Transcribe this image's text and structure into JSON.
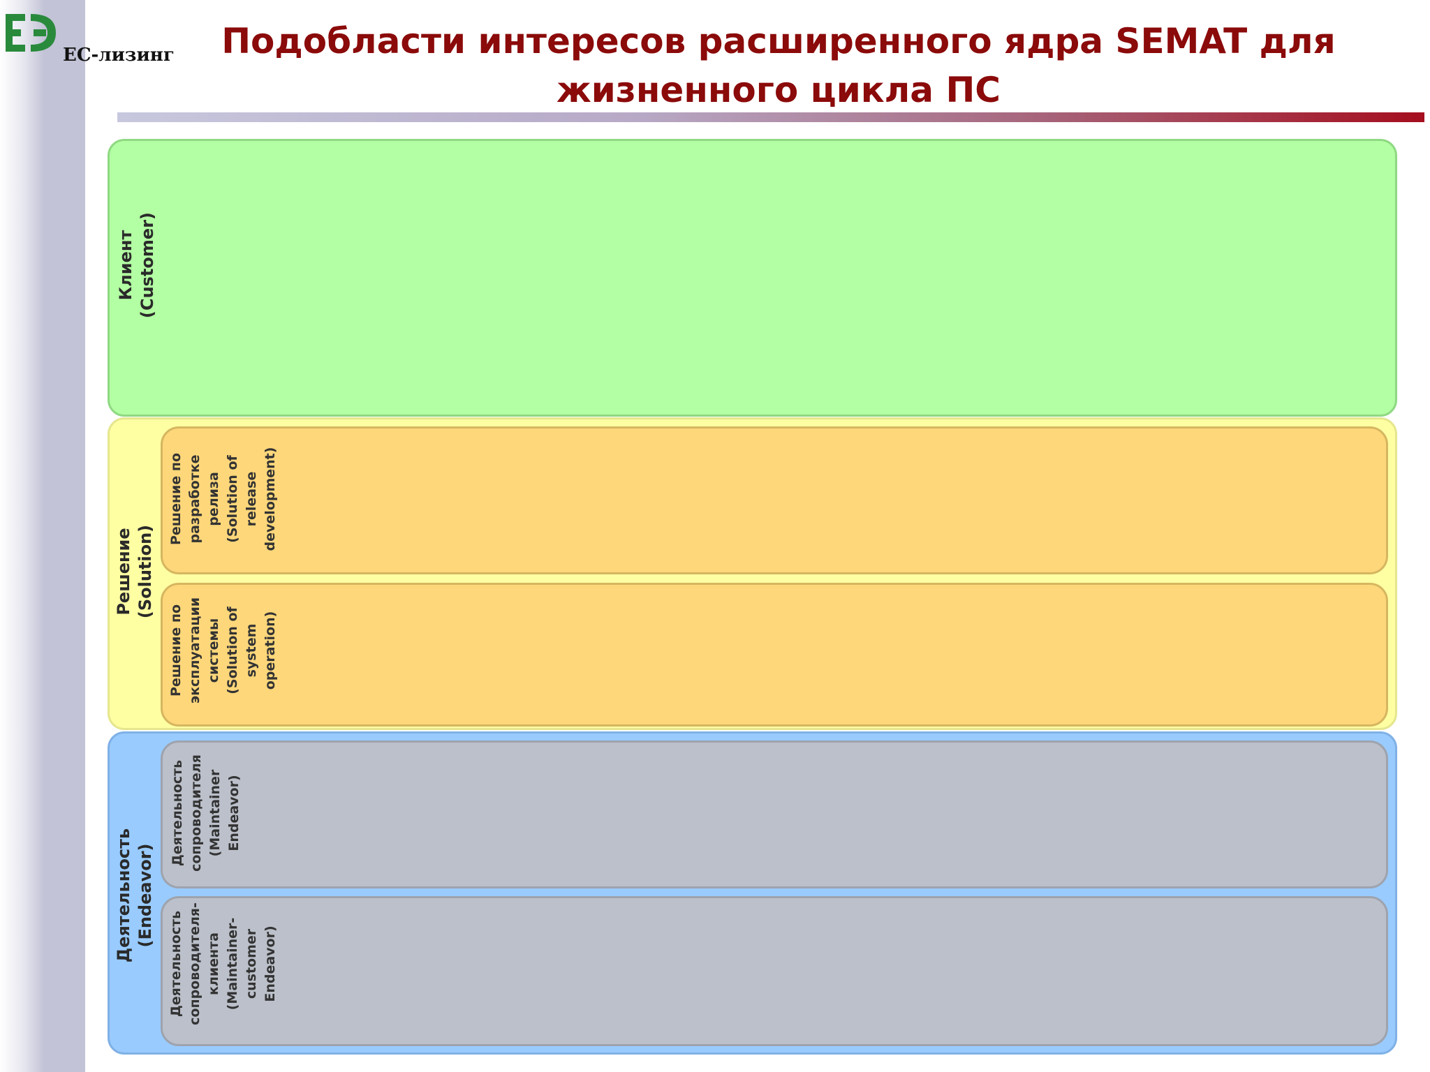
{
  "header": {
    "logo_text": "ЕС-лизинг",
    "title": "Подобласти интересов расширенного ядра SEMAT для жизненного цикла ПС"
  },
  "colors": {
    "title": "#8b0a0a",
    "customer_area": "#b3ffa3",
    "solution_area": "#fefea3",
    "solution_subareas": "#fdd77a",
    "endeavor_area": "#99cbff",
    "endeavor_subareas": "#bbc0ca"
  },
  "areas": {
    "customer": {
      "lines": [
        "Клиент",
        "(Customer)"
      ]
    },
    "solution": {
      "lines": [
        "Решение",
        "(Solution)"
      ],
      "subareas": [
        {
          "lines": [
            "Решение по",
            "разработке",
            "релиза",
            "(Solution of",
            "release",
            "development)"
          ]
        },
        {
          "lines": [
            "Решение по",
            "эксплуатации",
            "системы",
            "(Solution of",
            "system",
            "operation)"
          ]
        }
      ]
    },
    "endeavor": {
      "lines": [
        "Деятельность",
        "(Endeavor)"
      ],
      "subareas": [
        {
          "lines": [
            "Деятельность",
            "сопроводителя",
            "(Maintainer",
            "Endeavor)"
          ]
        },
        {
          "lines": [
            "Деятельность",
            "сопроводителя-",
            "клиента",
            "(Maintainer-",
            "customer",
            "Endeavor)"
          ]
        }
      ]
    }
  }
}
